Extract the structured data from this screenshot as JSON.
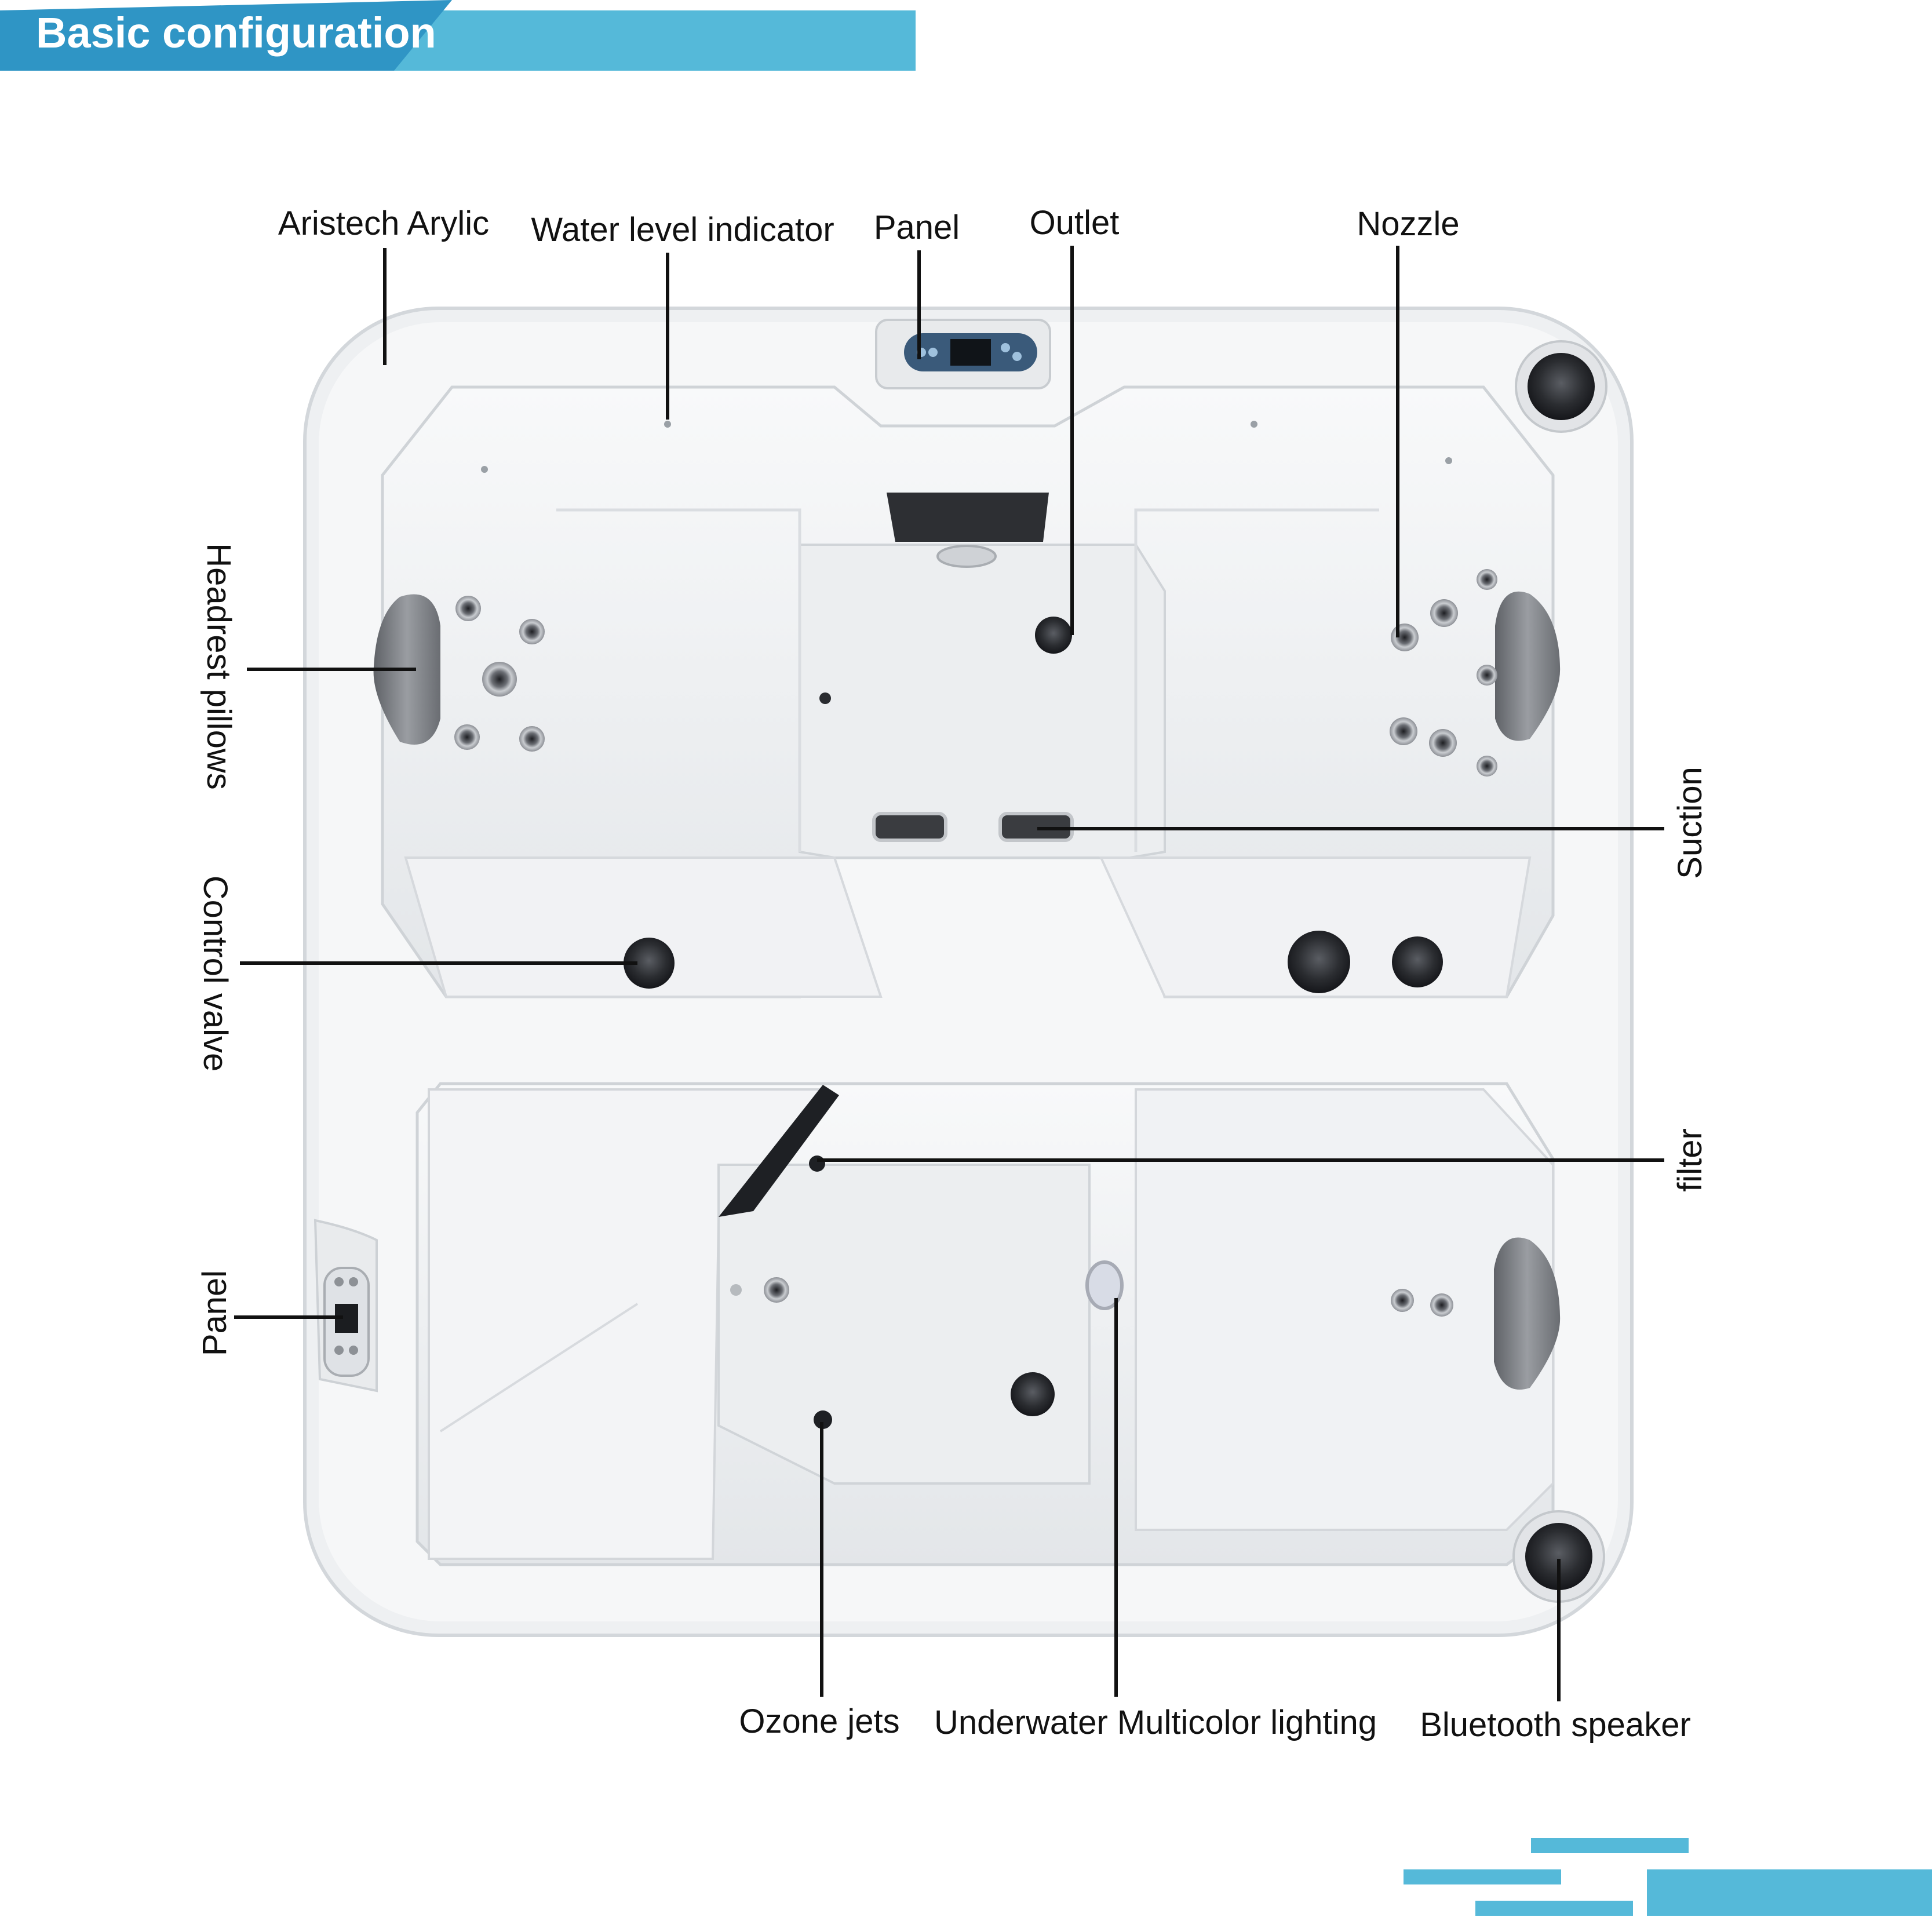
{
  "header": {
    "title": "Basic configuration"
  },
  "colors": {
    "accent": "#55b9d9",
    "accent_dark": "#2f95c5",
    "shell": "#f3f4f5",
    "shell_edge": "#d9dcdf",
    "leader": "#111111",
    "fixture_dark": "#2a2c30",
    "pillow": "#7d8085"
  },
  "callouts": {
    "aristech_arylic": "Aristech Arylic",
    "water_level_indicator": "Water level indicator",
    "panel_top": "Panel",
    "outlet": "Outlet",
    "nozzle": "Nozzle",
    "headrest_pillows": "Headrest pillows",
    "control_valve": "Control valve",
    "panel_side": "Panel",
    "suction": "Suction",
    "filter": "filter",
    "ozone_jets": "Ozone jets",
    "underwater_lighting": "Underwater Multicolor lighting",
    "bluetooth_speaker": "Bluetooth speaker"
  }
}
